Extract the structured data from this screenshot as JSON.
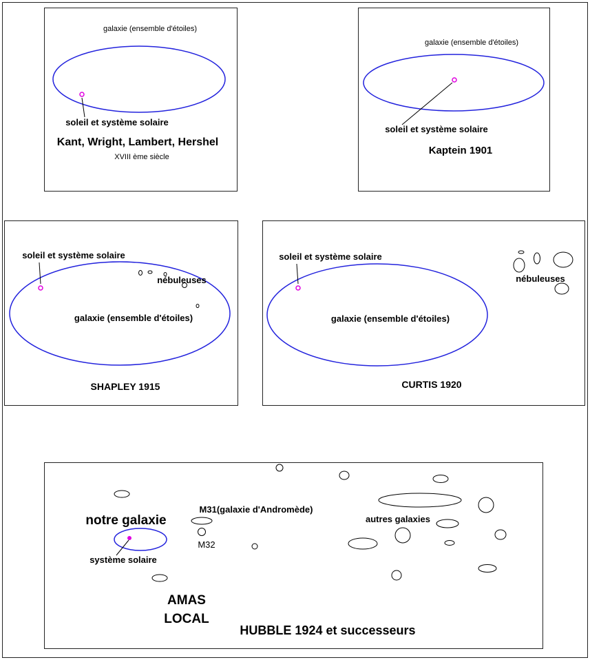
{
  "colors": {
    "galaxy": "#2222dd",
    "sun": "#e000e0",
    "line": "#000000",
    "frame": "#222222"
  },
  "panels": {
    "kant": {
      "galaxy_label": "galaxie (ensemble d'étoiles)",
      "sun_label": "soleil et système solaire",
      "title": "Kant, Wright, Lambert, Hershel",
      "subtitle": "XVIII ème siècle"
    },
    "kaptein": {
      "galaxy_label": "galaxie (ensemble d'étoiles)",
      "sun_label": "soleil et système solaire",
      "title": "Kaptein 1901"
    },
    "shapley": {
      "sun_label": "soleil et système solaire",
      "nebulae_label": "nébuleuses",
      "galaxy_label": "galaxie (ensemble d'étoiles)",
      "title": "SHAPLEY 1915"
    },
    "curtis": {
      "sun_label": "soleil et système solaire",
      "nebulae_label": "nébuleuses",
      "galaxy_label": "galaxie (ensemble d'étoiles)",
      "title": "CURTIS 1920"
    },
    "hubble": {
      "our_galaxy_label": "notre galaxie",
      "solar_system_label": "système solaire",
      "m31_label": "M31(galaxie d'Andromède)",
      "m32_label": "M32",
      "other_galaxies_label": "autres galaxies",
      "local_group_line1": "AMAS",
      "local_group_line2": "LOCAL",
      "title": "HUBBLE 1924 et successeurs"
    }
  }
}
